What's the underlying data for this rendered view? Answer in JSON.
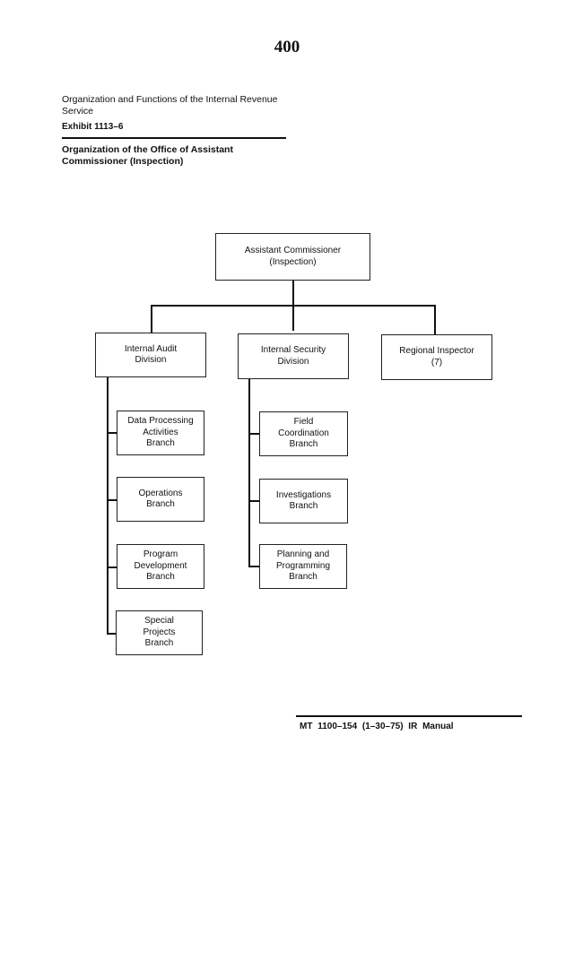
{
  "page_number": "400",
  "header": {
    "text": "Organization and Functions of the Internal Revenue Service",
    "exhibit": "Exhibit 1113–6",
    "title": "Organization of the Office of Assistant Commissioner (Inspection)"
  },
  "org_chart": {
    "top": "Assistant Commissioner\n(Inspection)",
    "divisions": [
      {
        "label": "Internal Audit\nDivision",
        "branches": [
          "Data Processing\nActivities\nBranch",
          "Operations\nBranch",
          "Program\nDevelopment\nBranch",
          "Special\nProjects\nBranch"
        ]
      },
      {
        "label": "Internal Security\nDivision",
        "branches": [
          "Field\nCoordination\nBranch",
          "Investigations\nBranch",
          "Planning and\nProgramming\nBranch"
        ]
      },
      {
        "label": "Regional Inspector\n(7)",
        "branches": []
      }
    ]
  },
  "footer": "MT 1100–154   (1–30–75)   IR Manual"
}
